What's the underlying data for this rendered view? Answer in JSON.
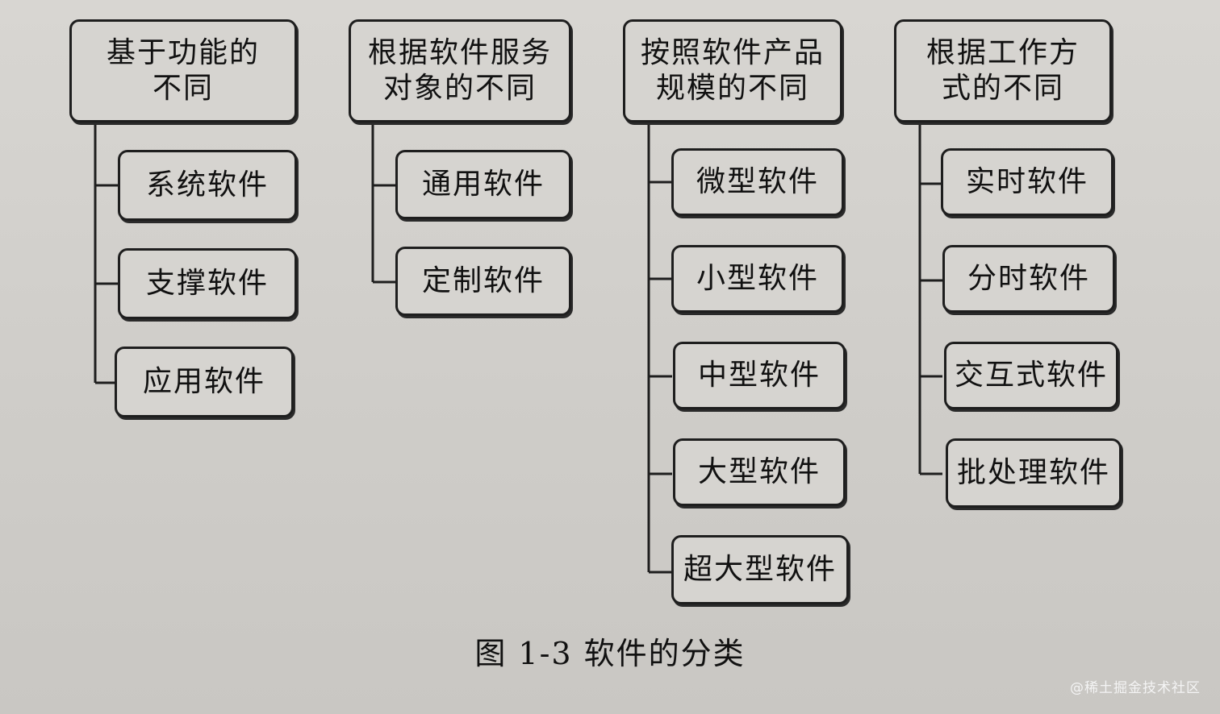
{
  "columns": [
    {
      "header": "基于功能的\n不同",
      "items": [
        "系统软件",
        "支撑软件",
        "应用软件"
      ]
    },
    {
      "header": "根据软件服务\n对象的不同",
      "items": [
        "通用软件",
        "定制软件"
      ]
    },
    {
      "header": "按照软件产品\n规模的不同",
      "items": [
        "微型软件",
        "小型软件",
        "中型软件",
        "大型软件",
        "超大型软件"
      ]
    },
    {
      "header": "根据工作方\n式的不同",
      "items": [
        "实时软件",
        "分时软件",
        "交互式软件",
        "批处理软件"
      ]
    }
  ],
  "caption": "图 1-3    软件的分类",
  "watermark": "@稀土掘金技术社区",
  "colors": {
    "line": "#1e1e1e",
    "box": "#d6d4d0",
    "background": "#d2d0cc"
  }
}
